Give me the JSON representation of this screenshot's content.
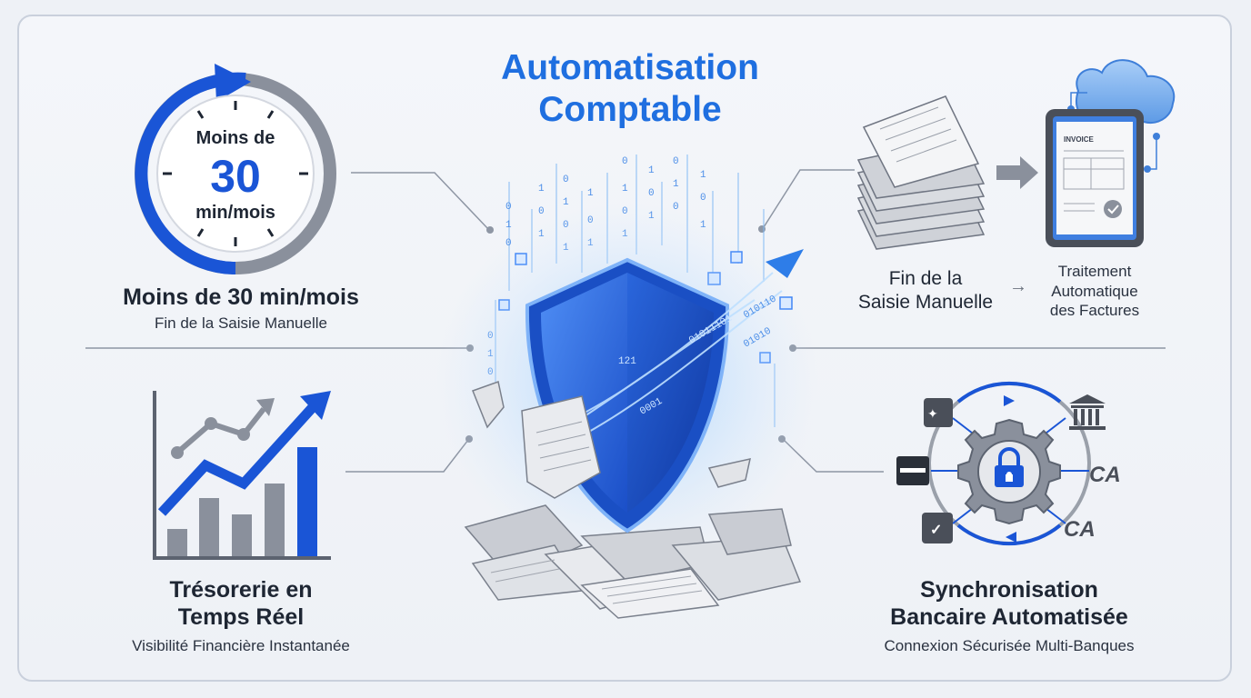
{
  "title": "Automatisation Comptable",
  "clock": {
    "line1": "Moins de",
    "number": "30",
    "line2": "min/mois"
  },
  "feature_top_left": {
    "heading": "Moins de 30 min/mois",
    "subtitle": "Fin de la Saisie Manuelle"
  },
  "feature_bottom_left": {
    "heading_line1": "Trésorerie en",
    "heading_line2": "Temps Réel",
    "subtitle": "Visibilité Financière Instantanée"
  },
  "feature_top_right": {
    "left_line1": "Fin de la",
    "left_line2": "Saisie Manuelle",
    "arrow": "→",
    "right_line1": "Traitement",
    "right_line2": "Automatique",
    "right_line3": "des Factures",
    "invoice_label": "INVOICE"
  },
  "feature_bottom_right": {
    "heading_line1": "Synchronisation",
    "heading_line2": "Bancaire Automatisée",
    "subtitle": "Connexion Sécurisée Multi-Banques",
    "bank_logo_text": "CA"
  },
  "binary_snippets": [
    "121",
    "0001",
    "01011101",
    "010110",
    "01010"
  ],
  "colors": {
    "accent": "#1f6fe0",
    "dark_blue": "#1a4fc4",
    "gray": "#8a909c",
    "text": "#1e2633"
  }
}
